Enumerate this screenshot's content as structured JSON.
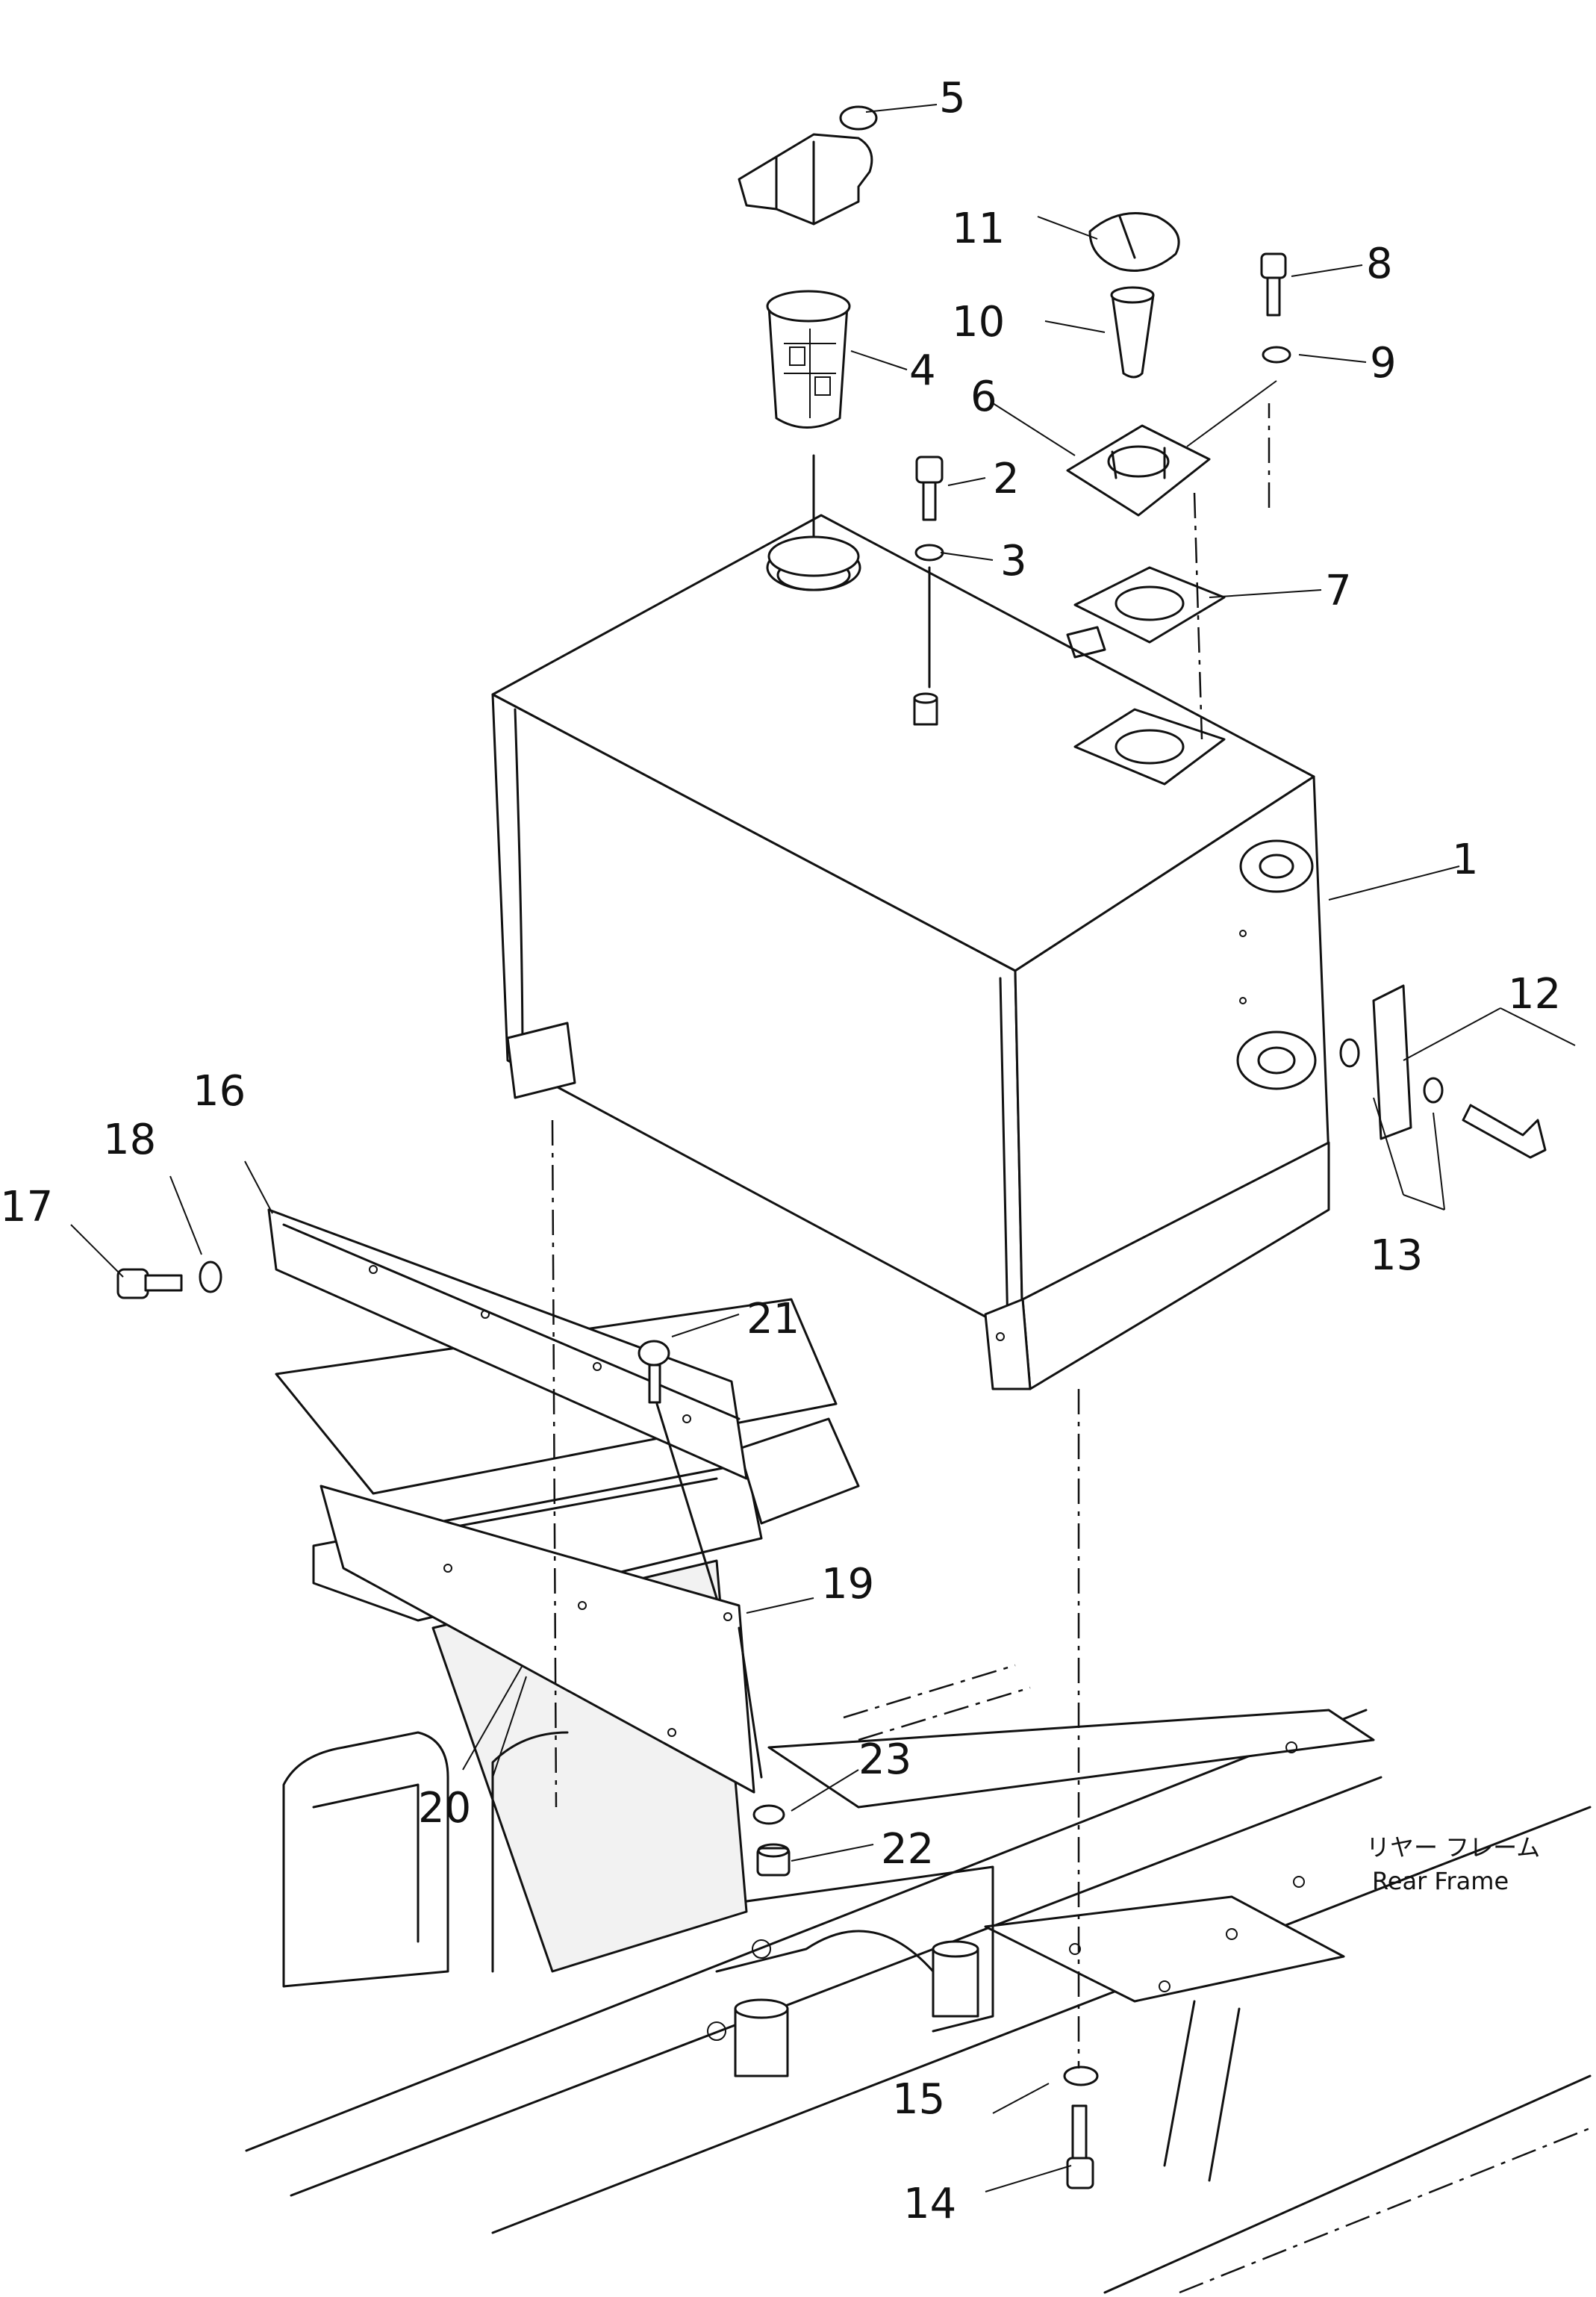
{
  "callouts": {
    "c1": "1",
    "c2": "2",
    "c3": "3",
    "c4": "4",
    "c5": "5",
    "c6": "6",
    "c7": "7",
    "c8": "8",
    "c9": "9",
    "c10": "10",
    "c11": "11",
    "c12": "12",
    "c13": "13",
    "c14": "14",
    "c15": "15",
    "c16": "16",
    "c17": "17",
    "c18": "18",
    "c19": "19",
    "c20": "20",
    "c21": "21",
    "c22": "22",
    "c23": "23"
  },
  "frame_label": {
    "japanese": "リヤー フレーム",
    "english": "Rear Frame"
  }
}
